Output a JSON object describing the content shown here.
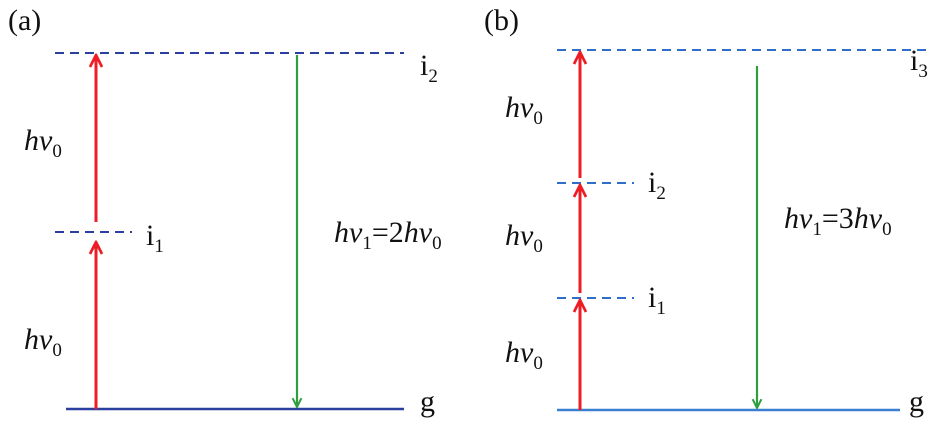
{
  "panel_a": {
    "label": "(a)",
    "levels": {
      "i2": "i",
      "i2_sub": "2",
      "i1": "i",
      "i1_sub": "1",
      "g": "g"
    },
    "excitation_upper": {
      "base": "hv",
      "sub": "0"
    },
    "excitation_lower": {
      "base": "hv",
      "sub": "0"
    },
    "emission": {
      "lhs_base": "hv",
      "lhs_sub": "1",
      "eq": "=2",
      "rhs_base": "hv",
      "rhs_sub": "0"
    }
  },
  "panel_b": {
    "label": "(b)",
    "levels": {
      "i3": "i",
      "i3_sub": "3",
      "i2": "i",
      "i2_sub": "2",
      "i1": "i",
      "i1_sub": "1",
      "g": "g"
    },
    "excitation_top": {
      "base": "hv",
      "sub": "0"
    },
    "excitation_middle": {
      "base": "hv",
      "sub": "0"
    },
    "excitation_bottom": {
      "base": "hv",
      "sub": "0"
    },
    "emission": {
      "lhs_base": "hv",
      "lhs_sub": "1",
      "eq": "=3",
      "rhs_base": "hv",
      "rhs_sub": "0"
    }
  },
  "colors": {
    "virtual_level_a": "#2b3f9e",
    "ground_level_a": "#2b3f9e",
    "virtual_level_b": "#2f6fc7",
    "ground_level_b": "#3a7fd0",
    "excitation_arrow": "#ee1c24",
    "emission_arrow": "#2e9e3e"
  }
}
